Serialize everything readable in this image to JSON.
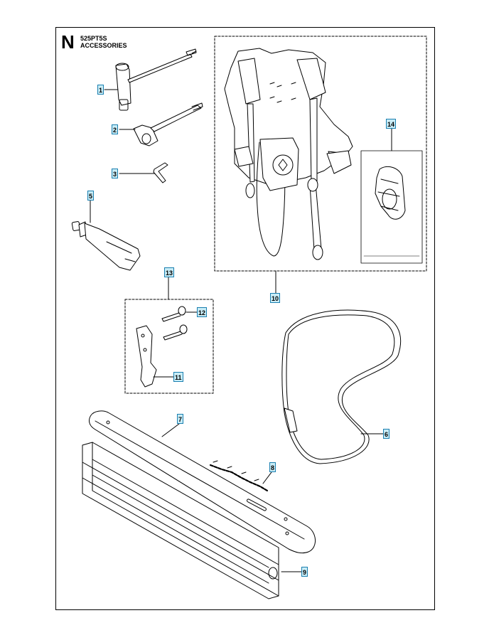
{
  "header": {
    "section_letter": "N",
    "model": "525PT5S",
    "title": "ACCESSORIES"
  },
  "callouts": {
    "c1": "1",
    "c2": "2",
    "c3": "3",
    "c5": "5",
    "c6": "6",
    "c7": "7",
    "c8": "8",
    "c9": "9",
    "c10": "10",
    "c11": "11",
    "c12": "12",
    "c13": "13",
    "c14": "14"
  },
  "colors": {
    "callout_fill": "#c8ecf6",
    "callout_border": "#1a7fb0",
    "line": "#000000"
  },
  "parts": [
    {
      "callout": "1",
      "name": "combination-spanner",
      "icon": "socket-wrench-icon"
    },
    {
      "callout": "2",
      "name": "spark-plug-wrench",
      "icon": "spark-plug-wrench-icon"
    },
    {
      "callout": "3",
      "name": "hex-key",
      "icon": "hex-key-icon"
    },
    {
      "callout": "5",
      "name": "grease-tube",
      "icon": "grease-tube-icon"
    },
    {
      "callout": "6",
      "name": "shoulder-strap",
      "icon": "strap-icon"
    },
    {
      "callout": "7",
      "name": "guide-bar",
      "icon": "guide-bar-icon"
    },
    {
      "callout": "8",
      "name": "saw-chain",
      "icon": "chain-icon"
    },
    {
      "callout": "9",
      "name": "bar-cover",
      "icon": "bar-cover-icon"
    },
    {
      "callout": "10",
      "name": "harness",
      "icon": "harness-icon"
    },
    {
      "callout": "11",
      "name": "hook-bracket",
      "icon": "hook-icon"
    },
    {
      "callout": "12",
      "name": "screws",
      "icon": "screw-icon"
    },
    {
      "callout": "13",
      "name": "hook-kit",
      "icon": "kit-icon"
    },
    {
      "callout": "14",
      "name": "harness-clip",
      "icon": "clip-icon"
    }
  ]
}
